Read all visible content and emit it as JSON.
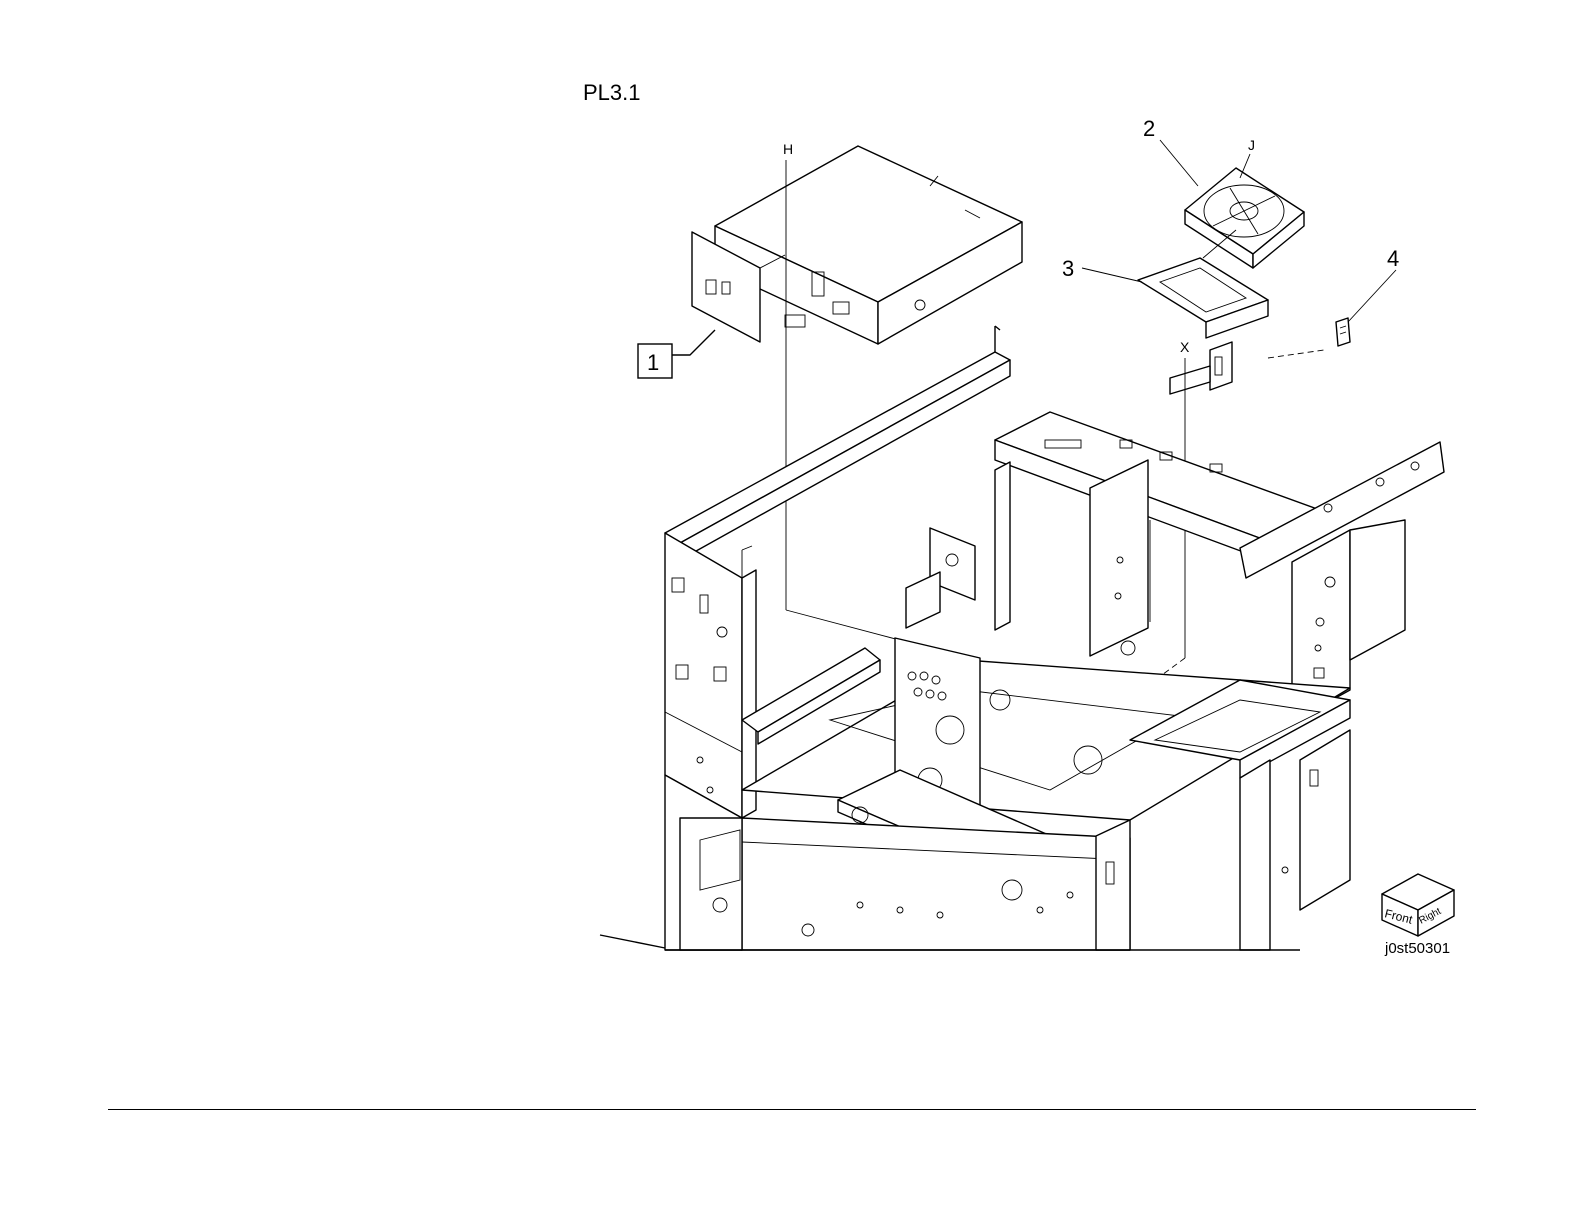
{
  "page_title": "PL3.1",
  "callouts": [
    {
      "id": "1",
      "label": "1",
      "boxed": true
    },
    {
      "id": "2",
      "label": "2",
      "boxed": false
    },
    {
      "id": "3",
      "label": "3",
      "boxed": false
    },
    {
      "id": "4",
      "label": "4",
      "boxed": false
    }
  ],
  "reference_letters": {
    "h": "H",
    "j": "J",
    "x": "X"
  },
  "orientation_cube": {
    "front": "Front",
    "right": "Right"
  },
  "figure_id": "j0st50301"
}
